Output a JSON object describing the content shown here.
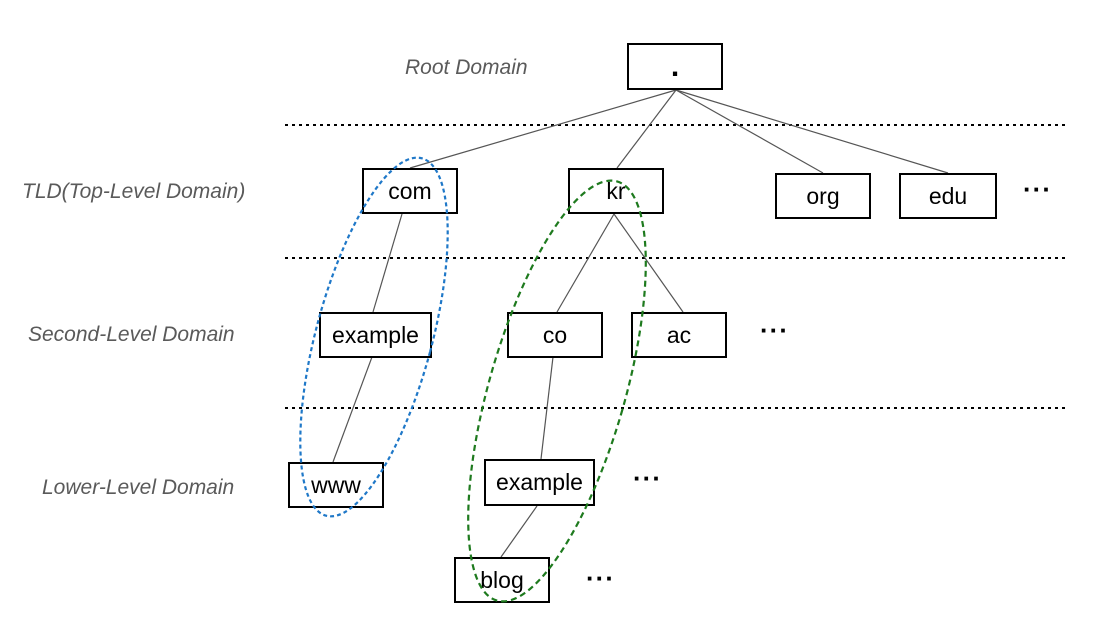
{
  "levels": {
    "root": "Root Domain",
    "tld": "TLD(Top-Level Domain)",
    "second": "Second-Level Domain",
    "lower": "Lower-Level Domain"
  },
  "nodes": {
    "root": ".",
    "com": "com",
    "kr": "kr",
    "org": "org",
    "edu": "edu",
    "example_com": "example",
    "co": "co",
    "ac": "ac",
    "www": "www",
    "example_co": "example",
    "blog": "blog"
  },
  "ellipsis": "···",
  "colors": {
    "line": "#555555",
    "separator": "#000000",
    "blue_path": "#1f78c8",
    "green_path": "#1e7a1e",
    "label": "#5a5a5a"
  }
}
